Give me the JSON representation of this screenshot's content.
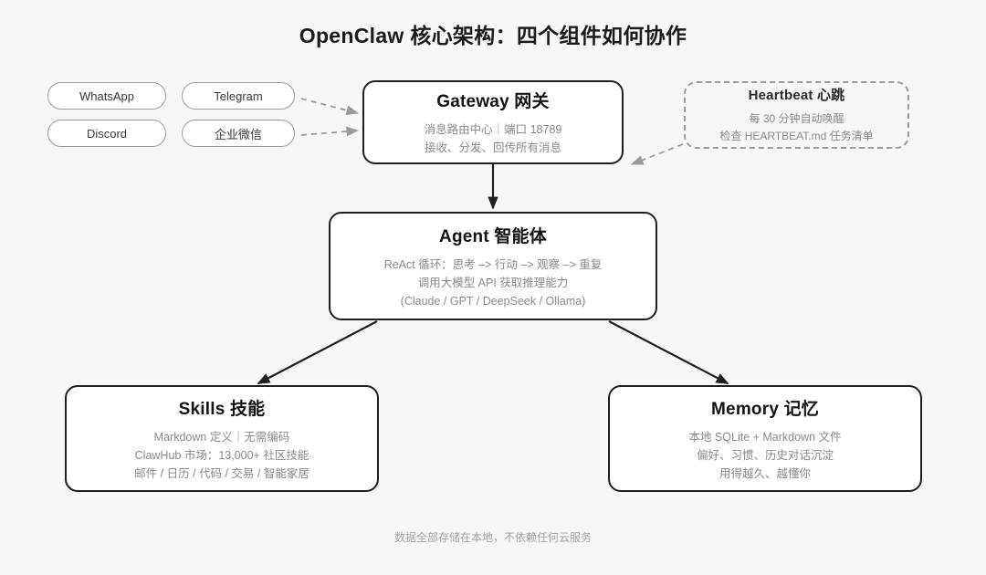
{
  "title": "OpenClaw 核心架构：四个组件如何协作",
  "footer": "数据全部存储在本地，不依赖任何云服务",
  "colors": {
    "background": "#f7f7f6",
    "node_border": "#1f1f1f",
    "dashed_border": "#9a9a9a",
    "pill_border": "#9b9b9b",
    "detail_text": "#8a8a8a",
    "solid_arrow": "#1f1f1f",
    "dashed_arrow": "#9a9a9a"
  },
  "channels": [
    {
      "label": "WhatsApp"
    },
    {
      "label": "Telegram"
    },
    {
      "label": "Discord"
    },
    {
      "label": "企业微信"
    }
  ],
  "nodes": {
    "gateway": {
      "title": "Gateway 网关",
      "lines": [
        "消息路由中心｜端口 18789",
        "接收、分发、回传所有消息"
      ]
    },
    "heartbeat": {
      "title": "Heartbeat 心跳",
      "lines": [
        "每 30 分钟自动唤醒",
        "检查 HEARTBEAT.md 任务清单"
      ]
    },
    "agent": {
      "title": "Agent 智能体",
      "lines": [
        "ReAct 循环：思考 –> 行动 –> 观察 –> 重复",
        "调用大模型 API 获取推理能力",
        "(Claude / GPT / DeepSeek / Ollama)"
      ]
    },
    "skills": {
      "title": "Skills 技能",
      "lines": [
        "Markdown 定义｜无需编码",
        "ClawHub 市场：13,000+ 社区技能",
        "邮件 / 日历 / 代码 / 交易 / 智能家居"
      ]
    },
    "memory": {
      "title": "Memory 记忆",
      "lines": [
        "本地 SQLite + Markdown 文件",
        "偏好、习惯、历史对话沉淀",
        "用得越久、越懂你"
      ]
    }
  },
  "connections": [
    {
      "from": "WhatsApp",
      "to": "Gateway 网关",
      "style": "dashed"
    },
    {
      "from": "Discord",
      "to": "Gateway 网关",
      "style": "dashed"
    },
    {
      "from": "Heartbeat 心跳",
      "to": "Gateway 网关",
      "style": "dashed"
    },
    {
      "from": "Gateway 网关",
      "to": "Agent 智能体",
      "style": "solid"
    },
    {
      "from": "Agent 智能体",
      "to": "Skills 技能",
      "style": "solid"
    },
    {
      "from": "Agent 智能体",
      "to": "Memory 记忆",
      "style": "solid"
    }
  ]
}
